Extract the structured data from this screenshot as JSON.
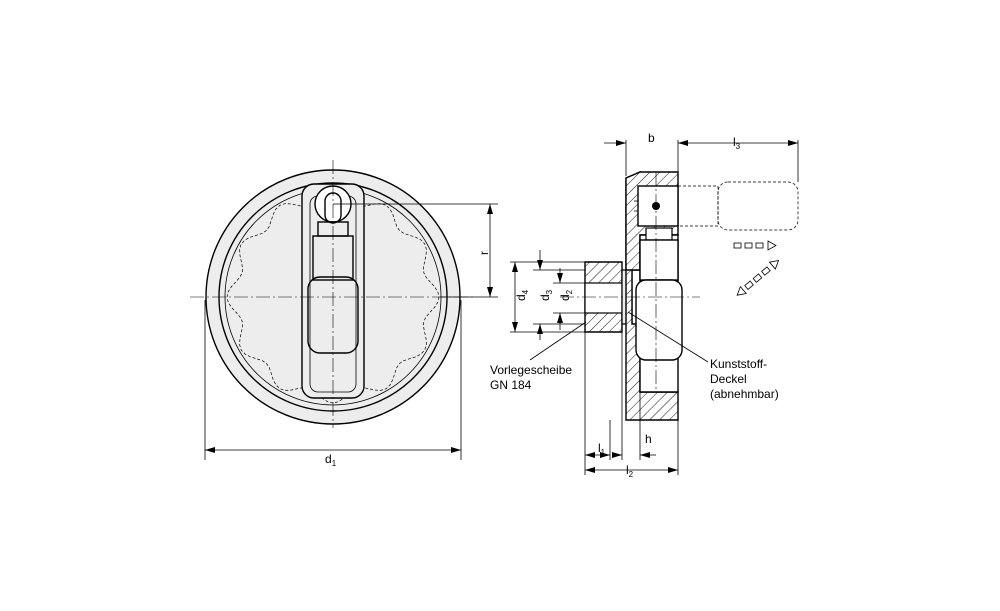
{
  "labels": {
    "d1": {
      "main": "d",
      "sub": "1"
    },
    "r": "r",
    "b": "b",
    "l3": {
      "main": "l",
      "sub": "3"
    },
    "d4": {
      "main": "d",
      "sub": "4"
    },
    "d3": {
      "main": "d",
      "sub": "3"
    },
    "d2": {
      "main": "d",
      "sub": "2"
    },
    "l1": {
      "main": "l",
      "sub": "1"
    },
    "l2": {
      "main": "l",
      "sub": "2"
    },
    "h": "h",
    "washer_line1": "Vorlegescheibe",
    "washer_line2": "GN 184",
    "cover_line1": "Kunststoff-",
    "cover_line2": "Deckel",
    "cover_line3": "(abnehmbar)"
  },
  "colors": {
    "line": "#000000",
    "body_fill": "#ededed",
    "background": "#ffffff"
  },
  "icons": [
    "rotation-direction-arrows-icon"
  ]
}
